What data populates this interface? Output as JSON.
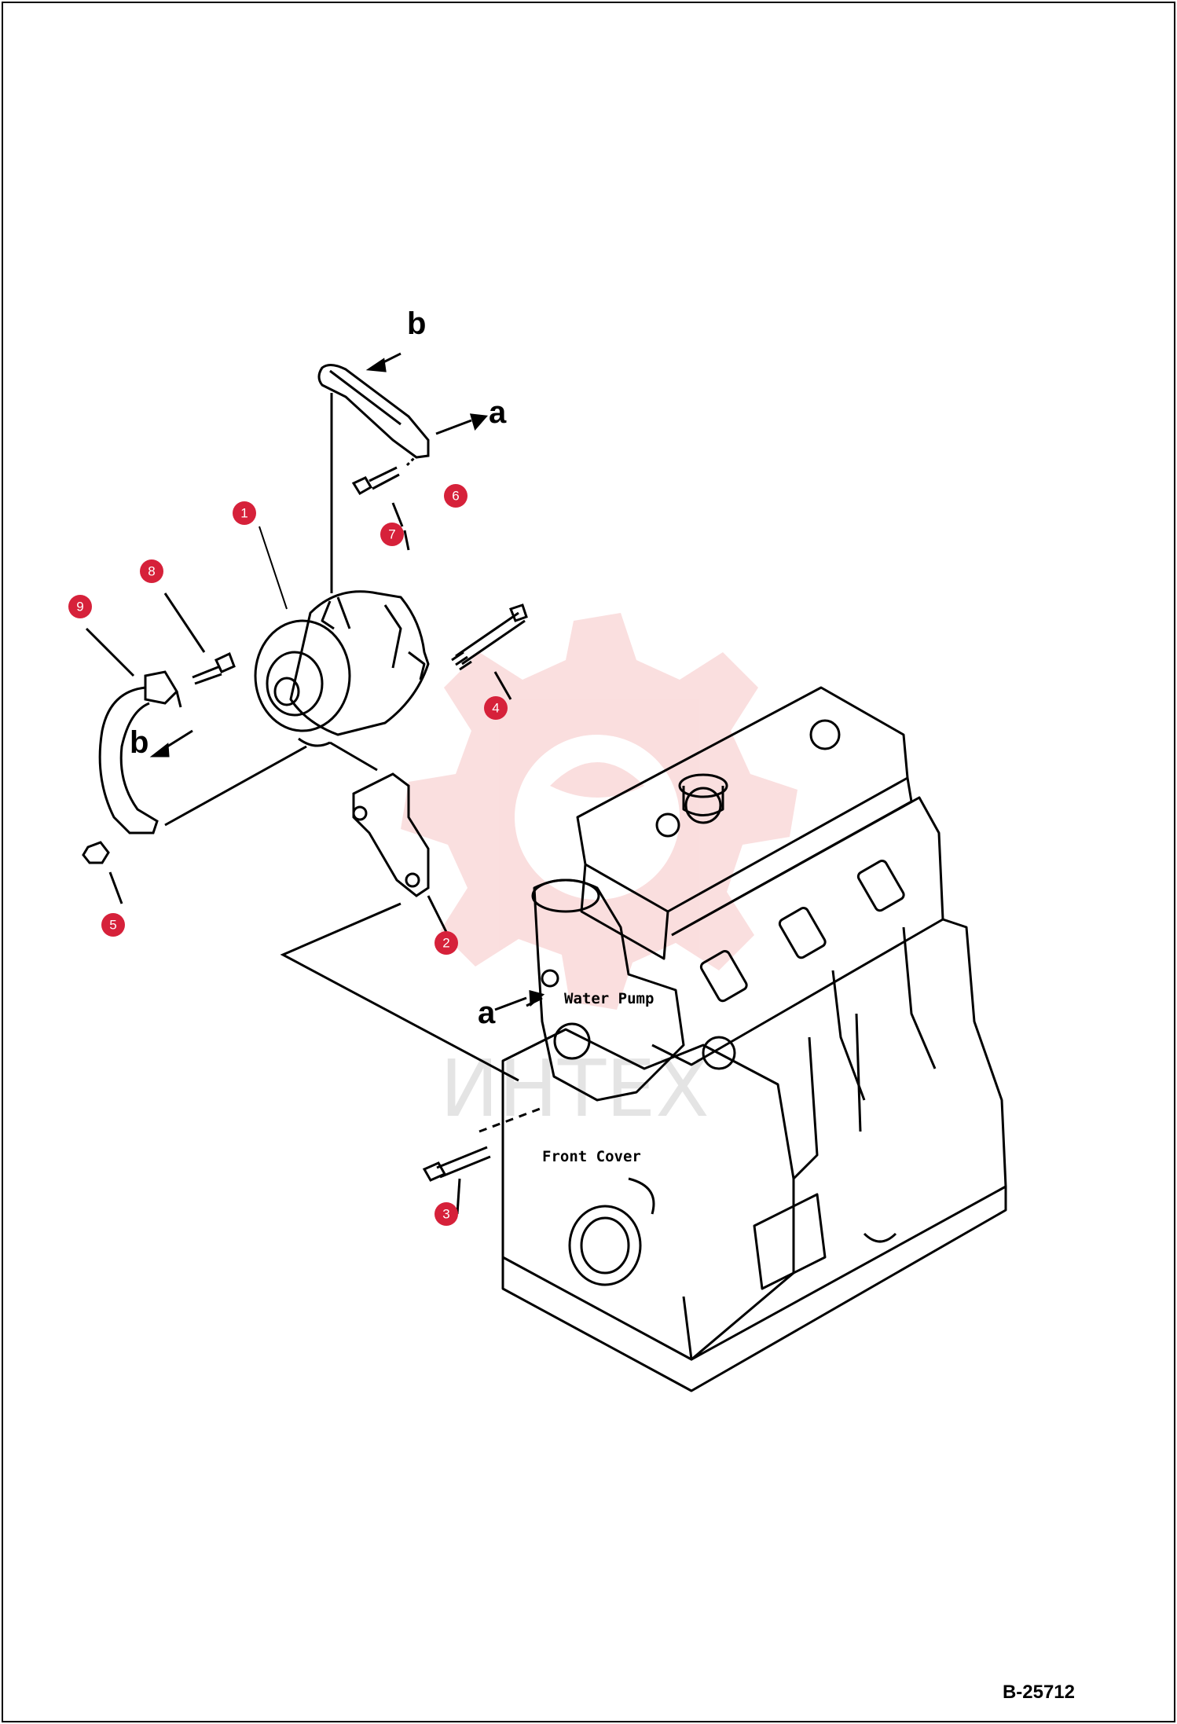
{
  "drawing_number": "B-25712",
  "watermark_text": "ИНТЕХ",
  "labels": {
    "water_pump": "Water Pump",
    "front_cover": "Front Cover"
  },
  "arrow_letters": {
    "a_top": "a",
    "b_top": "b",
    "b_left": "b",
    "a_pump": "a"
  },
  "callouts": [
    {
      "id": "1",
      "part": "alternator"
    },
    {
      "id": "2",
      "part": "alternator-bracket"
    },
    {
      "id": "3",
      "part": "bolt"
    },
    {
      "id": "4",
      "part": "long-bolt"
    },
    {
      "id": "5",
      "part": "nut"
    },
    {
      "id": "6",
      "part": "washer"
    },
    {
      "id": "7",
      "part": "washer"
    },
    {
      "id": "8",
      "part": "bolt"
    },
    {
      "id": "9",
      "part": "adjusting-plate"
    }
  ],
  "colors": {
    "callout_fill": "#d6213a",
    "line": "#000000",
    "watermark": "#f4b8b8"
  }
}
